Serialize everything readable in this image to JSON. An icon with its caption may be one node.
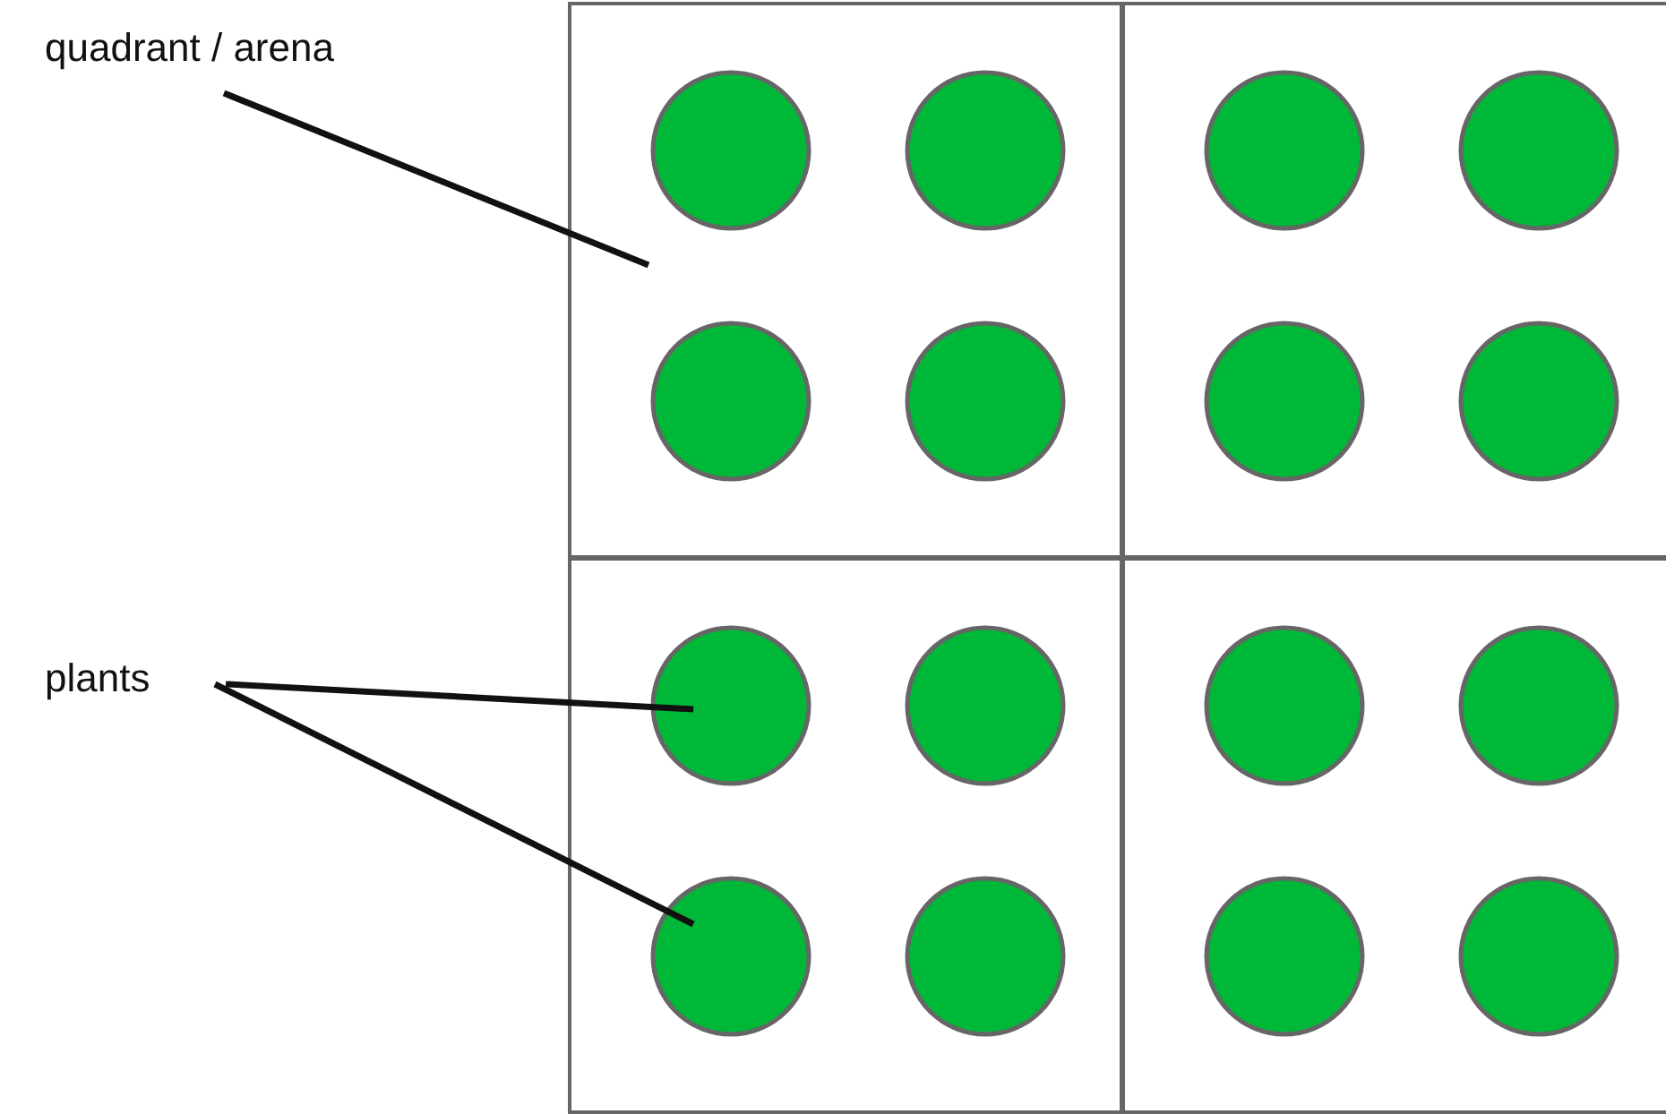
{
  "diagram": {
    "nodes": [
      {
        "text": [
          "quadrant / arena"
        ]
      },
      {
        "text": [
          "plants"
        ]
      },
      {
        "text": [],
        "shape": "box"
      },
      {
        "text": [],
        "shape": "box"
      },
      {
        "text": [],
        "shape": "box"
      },
      {
        "text": [],
        "shape": "box"
      },
      {
        "text": [],
        "shape": "circle",
        "in": 2
      },
      {
        "text": [],
        "shape": "circle",
        "in": 2
      },
      {
        "text": [],
        "shape": "circle",
        "in": 2
      },
      {
        "text": [],
        "shape": "circle",
        "in": 2
      },
      {
        "text": [],
        "shape": "circle",
        "in": 3
      },
      {
        "text": [],
        "shape": "circle",
        "in": 3
      },
      {
        "text": [],
        "shape": "circle",
        "in": 3
      },
      {
        "text": [],
        "shape": "circle",
        "in": 3
      },
      {
        "text": [],
        "shape": "circle",
        "in": 4
      },
      {
        "text": [],
        "shape": "circle",
        "in": 4
      },
      {
        "text": [],
        "shape": "circle",
        "in": 4
      },
      {
        "text": [],
        "shape": "circle",
        "in": 4
      },
      {
        "text": [],
        "shape": "circle",
        "in": 5
      },
      {
        "text": [],
        "shape": "circle",
        "in": 5
      },
      {
        "text": [],
        "shape": "circle",
        "in": 5
      },
      {
        "text": [],
        "shape": "circle",
        "in": 5
      }
    ],
    "edges": [
      {
        "from": 0,
        "to": 2,
        "arrow": "none"
      },
      {
        "from": 1,
        "to": 14,
        "arrow": "none"
      },
      {
        "from": 1,
        "to": 16,
        "arrow": "none"
      }
    ]
  }
}
